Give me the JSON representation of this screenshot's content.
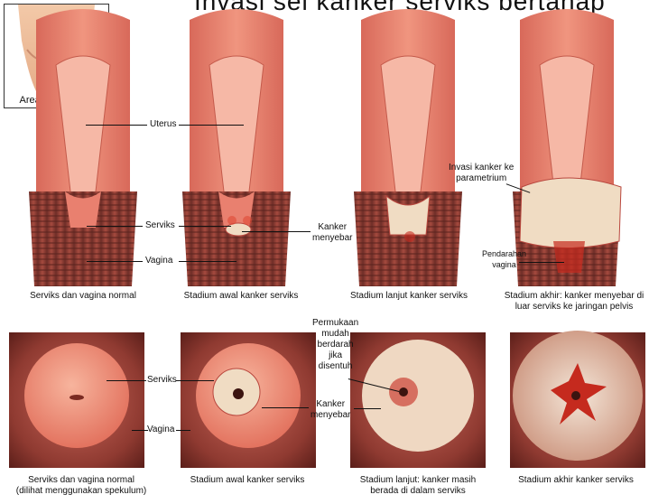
{
  "title_partial": "Invasi sel kanker serviks bertahap",
  "inset": {
    "label": "Area perbesaran"
  },
  "labels": {
    "uterus": "Uterus",
    "serviks": "Serviks",
    "vagina": "Vagina",
    "kanker_menyebar_1": "Kanker\nmenyebar",
    "invasi": "Invasi kanker ke\nparametrium",
    "pendarahan": "Pendarahan\nvagina",
    "serviks_2": "Serviks",
    "vagina_2": "Vagina",
    "permukaan": "Permukaan\nmudah\nberdarah\njika\ndisentuh",
    "kanker_menyebar_2": "Kanker\nmenyebar"
  },
  "captions_top": [
    "Serviks dan vagina normal",
    "Stadium awal kanker serviks",
    "Stadium lanjut kanker serviks",
    "Stadium akhir: kanker menyebar di\nluar serviks ke jaringan pelvis"
  ],
  "captions_bottom": [
    "Serviks dan vagina normal\n(dilihat menggunakan spekulum)",
    "Stadium awal kanker serviks",
    "Stadium lanjut: kanker masih\nberada di dalam serviks",
    "Stadium akhir kanker serviks"
  ],
  "colors": {
    "tissue": "#e9806f",
    "tissue_dark": "#b9473e",
    "vagina": "#8d3e34",
    "cancer": "#f0dcc3",
    "blood": "#c52a1e"
  }
}
